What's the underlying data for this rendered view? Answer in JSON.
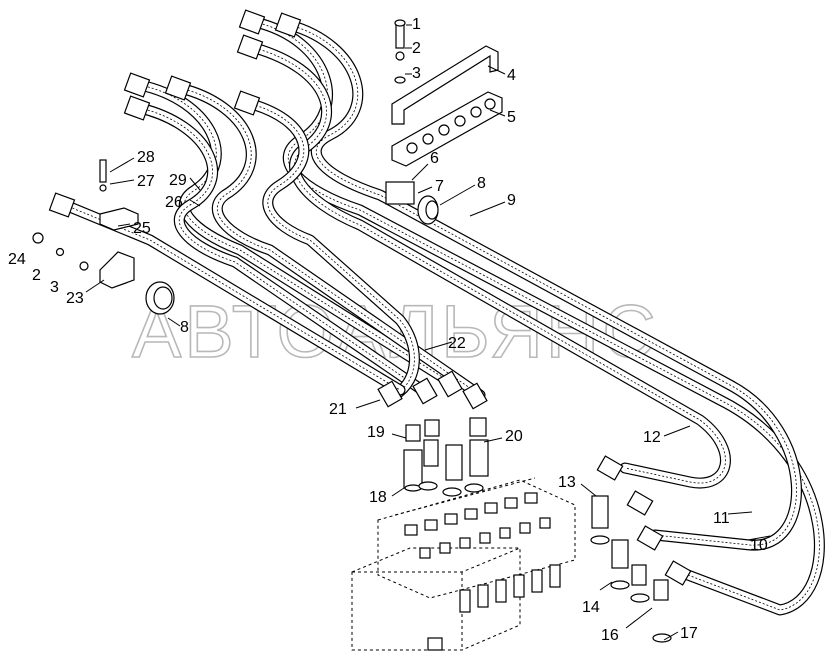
{
  "watermark": "АВТОАЛЬЯНС",
  "callouts": [
    {
      "id": "c1",
      "text": "1"
    },
    {
      "id": "c2a",
      "text": "2"
    },
    {
      "id": "c3a",
      "text": "3"
    },
    {
      "id": "c4",
      "text": "4"
    },
    {
      "id": "c5",
      "text": "5"
    },
    {
      "id": "c6",
      "text": "6"
    },
    {
      "id": "c7",
      "text": "7"
    },
    {
      "id": "c8a",
      "text": "8"
    },
    {
      "id": "c9",
      "text": "9"
    },
    {
      "id": "c10",
      "text": "10"
    },
    {
      "id": "c11",
      "text": "11"
    },
    {
      "id": "c12",
      "text": "12"
    },
    {
      "id": "c13",
      "text": "13"
    },
    {
      "id": "c14",
      "text": "14"
    },
    {
      "id": "c16",
      "text": "16"
    },
    {
      "id": "c17",
      "text": "17"
    },
    {
      "id": "c18",
      "text": "18"
    },
    {
      "id": "c19",
      "text": "19"
    },
    {
      "id": "c20",
      "text": "20"
    },
    {
      "id": "c21",
      "text": "21"
    },
    {
      "id": "c22",
      "text": "22"
    },
    {
      "id": "c23",
      "text": "23"
    },
    {
      "id": "c24",
      "text": "24"
    },
    {
      "id": "c2b",
      "text": "2"
    },
    {
      "id": "c3b",
      "text": "3"
    },
    {
      "id": "c25",
      "text": "25"
    },
    {
      "id": "c26",
      "text": "26"
    },
    {
      "id": "c27",
      "text": "27"
    },
    {
      "id": "c28",
      "text": "28"
    },
    {
      "id": "c29",
      "text": "29"
    },
    {
      "id": "c8b",
      "text": "8"
    }
  ]
}
